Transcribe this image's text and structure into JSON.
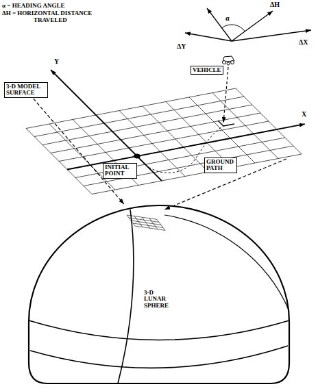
{
  "diagram": {
    "nodes": [
      {
        "text": [
          "VEHICLE"
        ]
      },
      {
        "text": [
          "3-D MODEL SURFACE"
        ]
      },
      {
        "text": [
          "INITIAL POINT"
        ]
      },
      {
        "text": [
          "GROUND PATH"
        ]
      },
      {
        "text": [
          "3-D LUNAR SPHERE"
        ]
      }
    ],
    "edges": [
      {
        "from": 1,
        "to": 4,
        "arrow": "to"
      }
    ],
    "labels": [
      "α = HEADING ANGLE",
      "ΔH = HORIZONTAL DISTANCE TRAVELED",
      "ΔH",
      "ΔY",
      "ΔX",
      "α",
      "Y",
      "X"
    ]
  }
}
